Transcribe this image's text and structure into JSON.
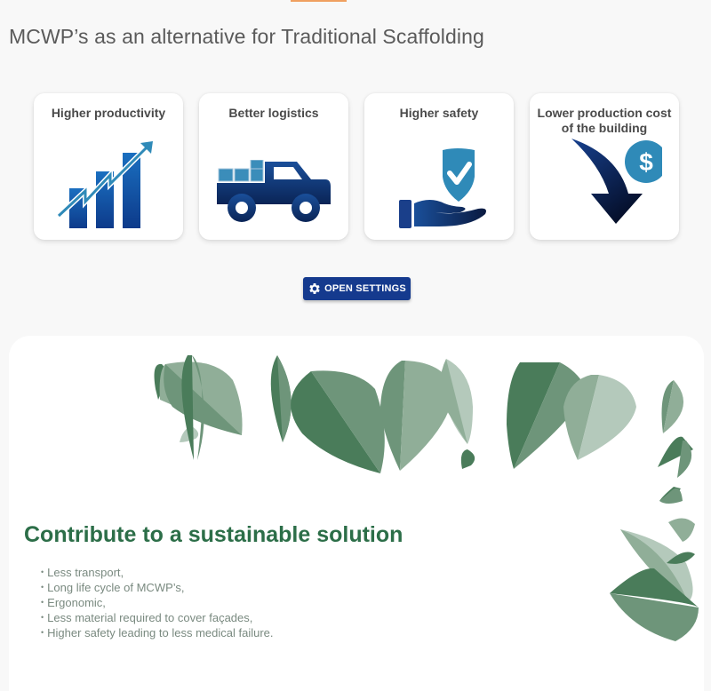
{
  "page": {
    "title": "MCWP’s as an alternative for Traditional Scaffolding",
    "accent_color": "#f0a060"
  },
  "benefits": [
    {
      "title": "Higher productivity",
      "icon": "growth-chart-icon"
    },
    {
      "title": "Better logistics",
      "icon": "pickup-truck-icon"
    },
    {
      "title": "Higher safety",
      "icon": "hand-shield-check-icon"
    },
    {
      "title": "Lower production cost of the building",
      "icon": "down-arrow-dollar-icon"
    }
  ],
  "settings_button": {
    "label": "OPEN SETTINGS",
    "icon": "gear-icon",
    "color": "#153a8e"
  },
  "sustainability": {
    "title": "Contribute to a sustainable solution",
    "title_color": "#2c6e48",
    "items": [
      "Less transport,",
      "Long life cycle of MCWP’s,",
      "Ergonomic,",
      "Less material required to cover façades,",
      "Higher safety leading to less medical failure."
    ]
  }
}
